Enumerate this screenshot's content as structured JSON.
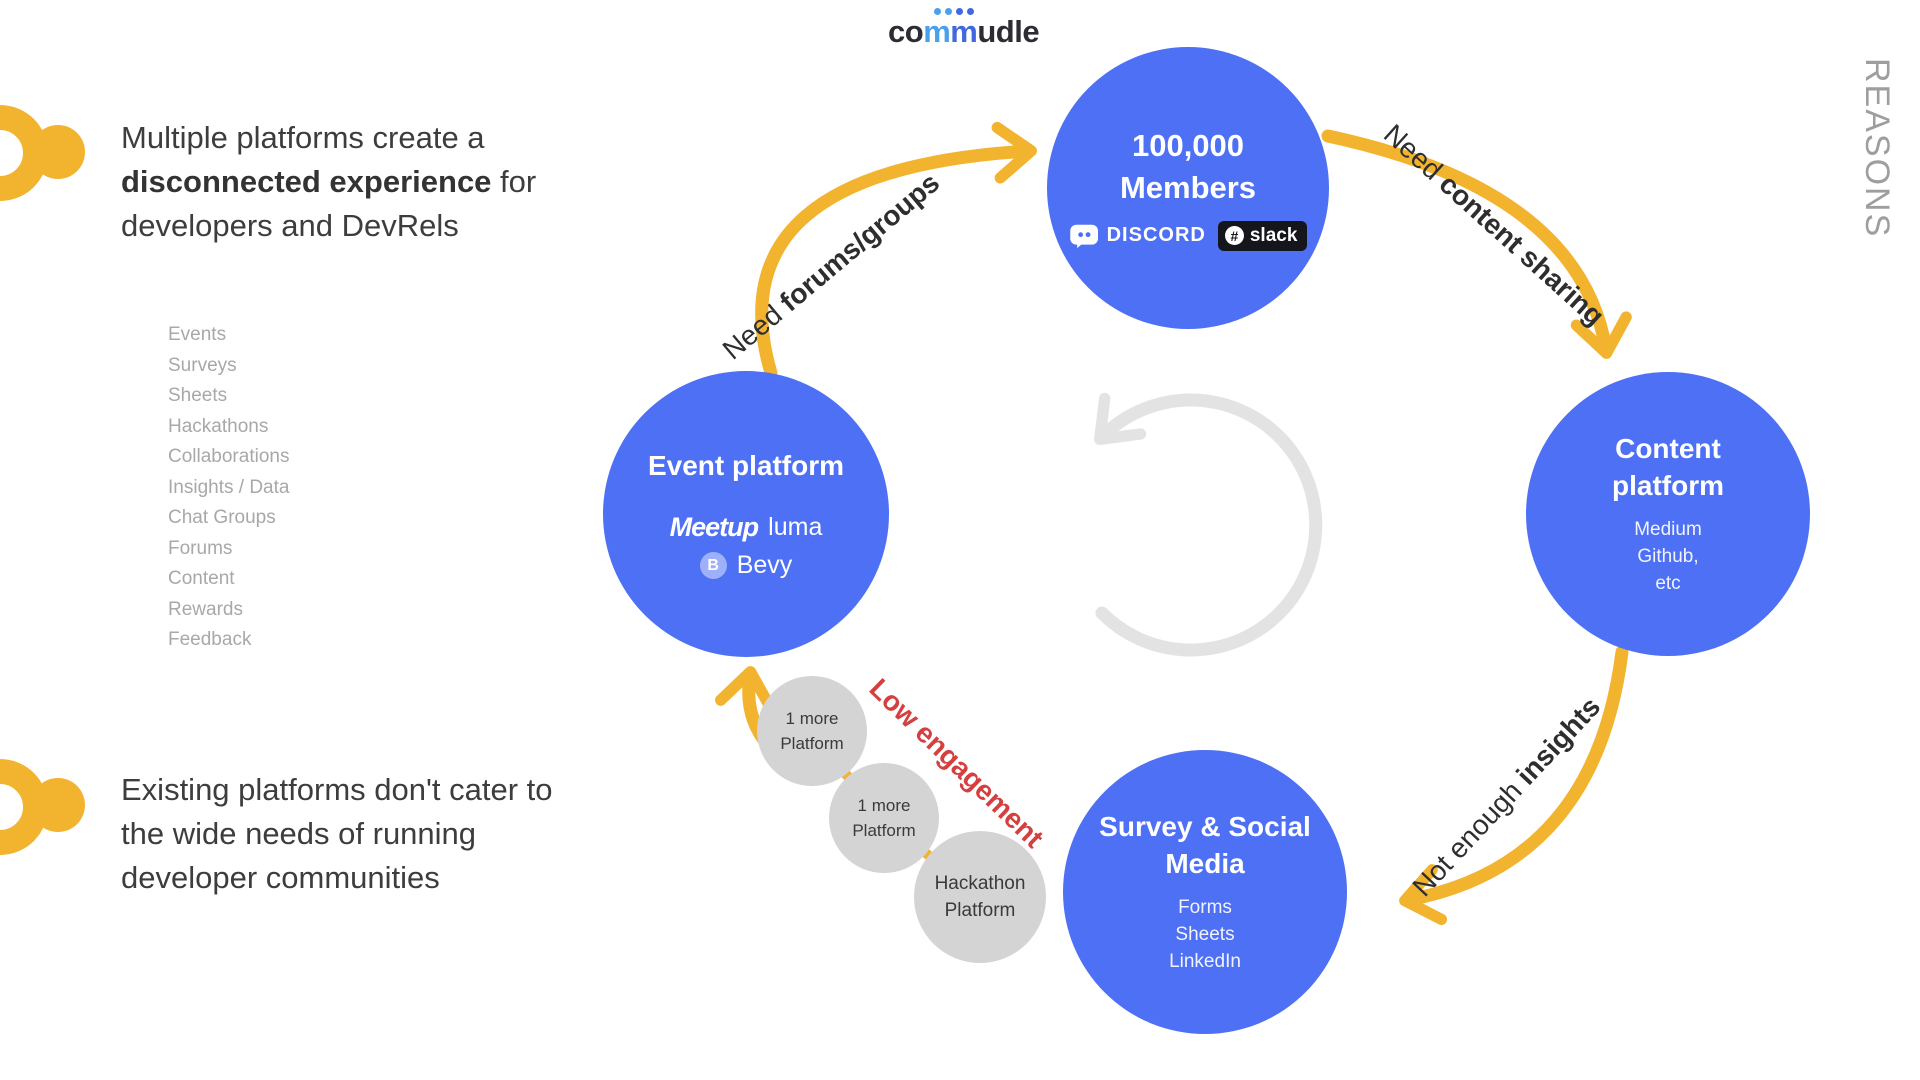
{
  "logo": {
    "co": "co",
    "m1": "m",
    "m2": "m",
    "rest": "udle"
  },
  "reasons_label": "REASONS",
  "bullets": [
    {
      "prefix": "Multiple platforms create a ",
      "bold": "disconnected experience",
      "suffix": " for developers and DevRels"
    },
    {
      "prefix": "Existing platforms don't cater to the wide needs of running developer communities",
      "bold": "",
      "suffix": ""
    }
  ],
  "feature_list": [
    "Events",
    "Surveys",
    "Sheets",
    "Hackathons",
    "Collaborations",
    "Insights / Data",
    "Chat Groups",
    "Forums",
    "Content",
    "Rewards",
    "Feedback"
  ],
  "circles": {
    "members": {
      "line1": "100,000",
      "line2": "Members",
      "discord_label": "DISCORD",
      "slack_label": "slack",
      "slack_icon": "#"
    },
    "event": {
      "title": "Event platform",
      "meetup": "Meetup",
      "luma": "luma",
      "bevy_initial": "B",
      "bevy": "Bevy"
    },
    "content": {
      "title1": "Content",
      "title2": "platform",
      "subs": [
        "Medium",
        "Github,",
        "etc"
      ]
    },
    "survey": {
      "title1": "Survey & Social",
      "title2": "Media",
      "subs": [
        "Forms",
        "Sheets",
        "LinkedIn"
      ]
    }
  },
  "grey_circles": [
    {
      "line1": "1 more",
      "line2": "Platform"
    },
    {
      "line1": "1 more",
      "line2": "Platform"
    },
    {
      "line1": "Hackathon",
      "line2": "Platform"
    }
  ],
  "arrow_labels": {
    "forums": {
      "prefix": "Need ",
      "bold": "forums/groups"
    },
    "sharing": {
      "prefix": "Need ",
      "bold": "content sharing"
    },
    "insights": {
      "prefix": "Not enough ",
      "bold": "insights"
    },
    "low_engagement": "Low engagement"
  },
  "colors": {
    "circle_blue": "#4D70F4",
    "arrow_yellow": "#F2B42F",
    "grey_circle": "#D4D4D4",
    "low_engagement_red": "#D43F3F",
    "refresh_grey": "#E3E3E3"
  }
}
